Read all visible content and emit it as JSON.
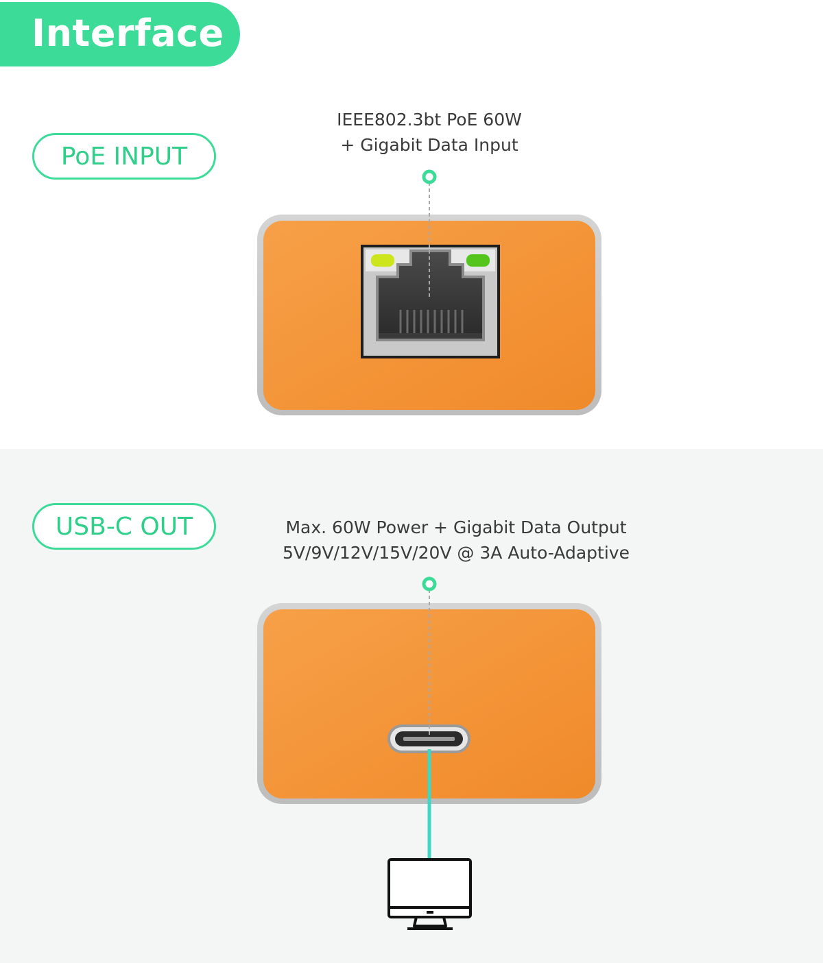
{
  "header": {
    "title": "Interface"
  },
  "poe": {
    "label": "PoE INPUT",
    "desc_line1": "IEEE802.3bt PoE 60W",
    "desc_line2": "+ Gigabit Data Input"
  },
  "usb": {
    "label": "USB-C OUT",
    "desc_line1": "Max. 60W Power + Gigabit Data Output",
    "desc_line2": "5V/9V/12V/15V/20V @ 3A Auto-Adaptive"
  },
  "colors": {
    "accent": "#3ddb98",
    "device_body": "#f59233",
    "cable": "#3fd6c2"
  },
  "icons": [
    "rj45-port-icon",
    "usb-c-port-icon",
    "monitor-icon",
    "connector-dot-icon"
  ]
}
